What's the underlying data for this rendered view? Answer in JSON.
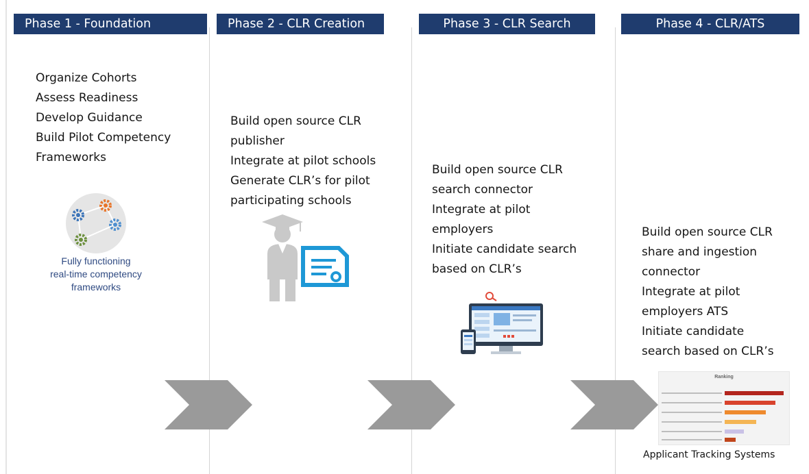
{
  "phases": [
    {
      "title": "Phase 1 - Foundation",
      "steps": [
        "Organize Cohorts",
        "Assess Readiness",
        "Develop Guidance",
        "Build Pilot Competency",
        "Frameworks"
      ],
      "caption": [
        "Fully functioning",
        "real-time competency",
        "frameworks"
      ],
      "icon": "gears-network-icon"
    },
    {
      "title": "Phase 2 - CLR Creation",
      "steps": [
        "Build open source CLR",
        "publisher",
        "Integrate at pilot schools",
        "Generate CLR’s for pilot",
        "participating schools"
      ],
      "icon": "graduate-certificate-icon"
    },
    {
      "title": "Phase 3 - CLR Search",
      "steps": [
        "Build open source CLR",
        "search connector",
        "Integrate at pilot",
        "employers",
        "Initiate candidate search",
        "based on CLR’s"
      ],
      "icon": "device-search-icon"
    },
    {
      "title": "Phase 4 - CLR/ATS",
      "steps": [
        "Build open source CLR",
        "share and ingestion",
        "connector",
        "Integrate at pilot",
        "employers ATS",
        "Initiate candidate",
        "search based on CLR’s"
      ],
      "icon": "ranking-chart-icon",
      "caption": "Applicant Tracking Systems",
      "chart_title": "Ranking"
    }
  ],
  "colors": {
    "header_bg": "#1f3c6e",
    "header_text": "#ffffff",
    "chevron": "#9a9a9a",
    "caption_text": "#2f4a82"
  }
}
